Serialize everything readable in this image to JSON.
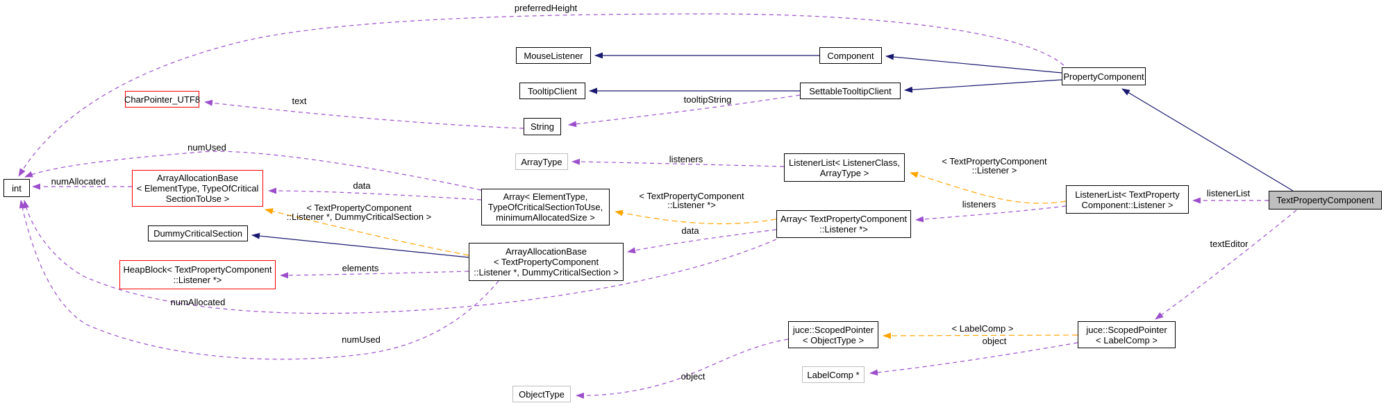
{
  "colors": {
    "inheritance_edge": "#191970",
    "usage_edge": "#9c4ecc",
    "template_edge": "#ffa500",
    "node_border": "#000000",
    "truncated_node_border": "#ff0000",
    "template_param_border": "#bebebe",
    "current_node_fill": "#bfbfbf"
  },
  "nodes": {
    "int": {
      "label": "int",
      "kind": "class"
    },
    "charpointer_utf8": {
      "label": "CharPointer_UTF8",
      "kind": "truncated"
    },
    "aab_element": {
      "label": "ArrayAllocationBase\n< ElementType, TypeOfCritical\nSectionToUse >",
      "kind": "truncated"
    },
    "dummy_cs": {
      "label": "DummyCriticalSection",
      "kind": "class"
    },
    "heapblock": {
      "label": "HeapBlock< TextPropertyComponent\n::Listener *>",
      "kind": "truncated"
    },
    "mouselistener": {
      "label": "MouseListener",
      "kind": "class"
    },
    "tooltipclient": {
      "label": "TooltipClient",
      "kind": "class"
    },
    "string": {
      "label": "String",
      "kind": "class"
    },
    "arraytype": {
      "label": "ArrayType",
      "kind": "template-param"
    },
    "array_element": {
      "label": "Array< ElementType,\nTypeOfCriticalSectionToUse,\nminimumAllocatedSize >",
      "kind": "class"
    },
    "aab_tpc": {
      "label": "ArrayAllocationBase\n< TextPropertyComponent\n::Listener *, DummyCriticalSection >",
      "kind": "class"
    },
    "sp_objecttype": {
      "label": "juce::ScopedPointer\n< ObjectType >",
      "kind": "class"
    },
    "labelcomp_ptr": {
      "label": "LabelComp *",
      "kind": "template-param"
    },
    "objecttype": {
      "label": "ObjectType",
      "kind": "template-param"
    },
    "component": {
      "label": "Component",
      "kind": "class"
    },
    "settabletooltipclient": {
      "label": "SettableTooltipClient",
      "kind": "class"
    },
    "listenerlist_generic": {
      "label": "ListenerList< ListenerClass,\nArrayType >",
      "kind": "class"
    },
    "array_tpc": {
      "label": "Array< TextPropertyComponent\n::Listener *>",
      "kind": "class"
    },
    "propertycomponent": {
      "label": "PropertyComponent",
      "kind": "class"
    },
    "listenerlist_tpc": {
      "label": "ListenerList< TextProperty\nComponent::Listener >",
      "kind": "class"
    },
    "sp_labelcomp": {
      "label": "juce::ScopedPointer\n< LabelComp >",
      "kind": "class"
    },
    "textpropertycomponent": {
      "label": "TextPropertyComponent",
      "kind": "current"
    }
  },
  "edge_labels": {
    "preferred_height": {
      "label": "preferredHeight"
    },
    "text": {
      "label": "text"
    },
    "tooltip_string": {
      "label": "tooltipString"
    },
    "num_used_top": {
      "label": "numUsed"
    },
    "num_allocated_left": {
      "label": "numAllocated"
    },
    "data_top": {
      "label": "data"
    },
    "tmpl_aab": {
      "label": "< TextPropertyComponent\n::Listener *, DummyCriticalSection >"
    },
    "listeners_top": {
      "label": "listeners"
    },
    "tmpl_array": {
      "label": "< TextPropertyComponent\n::Listener *>"
    },
    "data_bottom": {
      "label": "data"
    },
    "elements": {
      "label": "elements"
    },
    "num_allocated_bottom": {
      "label": "numAllocated"
    },
    "num_used_bottom": {
      "label": "numUsed"
    },
    "tmpl_listenerlist": {
      "label": "< TextPropertyComponent\n::Listener >"
    },
    "listeners_right": {
      "label": "listeners"
    },
    "listener_list": {
      "label": "listenerList"
    },
    "text_editor": {
      "label": "textEditor"
    },
    "tmpl_labelcomp": {
      "label": "< LabelComp >"
    },
    "object_right": {
      "label": "object"
    },
    "object_bottom": {
      "label": "object"
    }
  }
}
